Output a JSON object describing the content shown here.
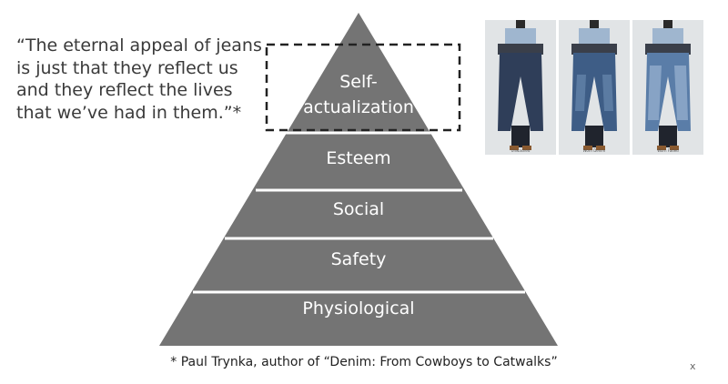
{
  "quote": {
    "text": "“The eternal appeal of jeans is just that they reflect us and they reflect the lives that we’ve had in them.”*"
  },
  "pyramid": {
    "tiers_top_to_bottom": [
      {
        "label_line1": "Self-",
        "label_line2": "actualization"
      },
      {
        "label": "Esteem"
      },
      {
        "label": "Social"
      },
      {
        "label": "Safety"
      },
      {
        "label": "Physiological"
      }
    ],
    "fill_color": "#747474",
    "highlight": "dashed box around Self-actualization"
  },
  "photos": {
    "items": [
      {
        "name": "raw-denim-jeans",
        "caption": "Unwashed",
        "denim_color": "#2f3e59"
      },
      {
        "name": "worn-denim-jeans",
        "caption": "Worn Denim",
        "denim_color": "#3e5d86"
      },
      {
        "name": "faded-denim-jeans",
        "caption": "Worn Faded",
        "denim_color": "#5a7da8"
      }
    ]
  },
  "footnote": {
    "text": "* Paul Trynka, author of “Denim: From Cowboys to Catwalks”"
  },
  "controls": {
    "close_label": "x"
  }
}
